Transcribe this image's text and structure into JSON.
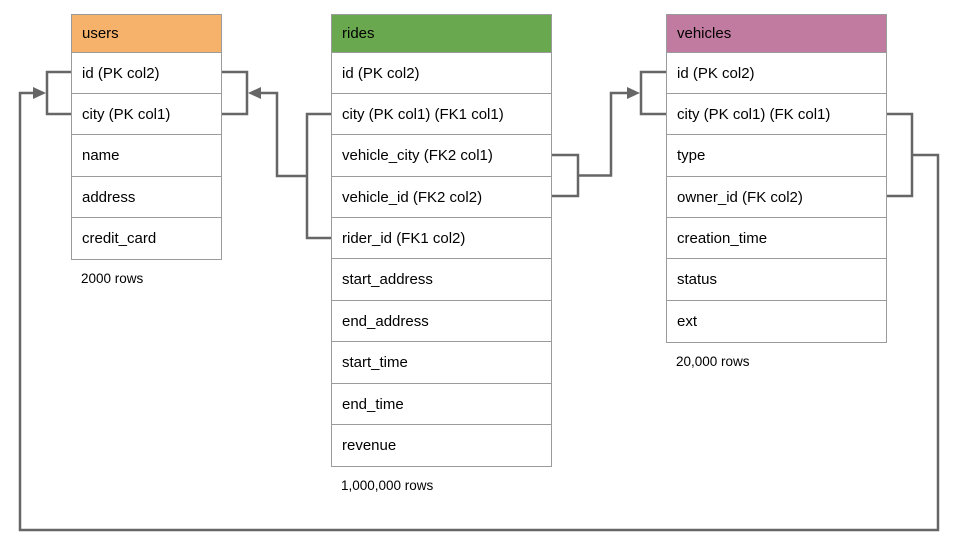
{
  "diagram": {
    "line_color": "#666666",
    "tables": {
      "users": {
        "title": "users",
        "header_color": "#F6B26B",
        "columns": [
          "id (PK col2)",
          "city (PK col1)",
          "name",
          "address",
          "credit_card"
        ],
        "row_count": "2000 rows"
      },
      "rides": {
        "title": "rides",
        "header_color": "#6AA84F",
        "columns": [
          "id (PK col2)",
          "city (PK col1) (FK1 col1)",
          "vehicle_city (FK2 col1)",
          "vehicle_id (FK2 col2)",
          "rider_id (FK1 col2)",
          "start_address",
          "end_address",
          "start_time",
          "end_time",
          "revenue"
        ],
        "row_count": "1,000,000 rows"
      },
      "vehicles": {
        "title": "vehicles",
        "header_color": "#C27BA0",
        "columns": [
          "id (PK col2)",
          "city (PK col1) (FK col1)",
          "type",
          "owner_id (FK col2)",
          "creation_time",
          "status",
          "ext"
        ],
        "row_count": "20,000 rows"
      }
    },
    "relationships": [
      {
        "id": "rides-to-users",
        "from": "rides (city, rider_id) FK1",
        "to": "users (city, id) PK"
      },
      {
        "id": "rides-to-vehicles",
        "from": "rides (vehicle_city, vehicle_id) FK2",
        "to": "vehicles (city, id) PK"
      },
      {
        "id": "vehicles-to-users",
        "from": "vehicles (city, owner_id) FK",
        "to": "users (city, id) PK"
      }
    ]
  }
}
